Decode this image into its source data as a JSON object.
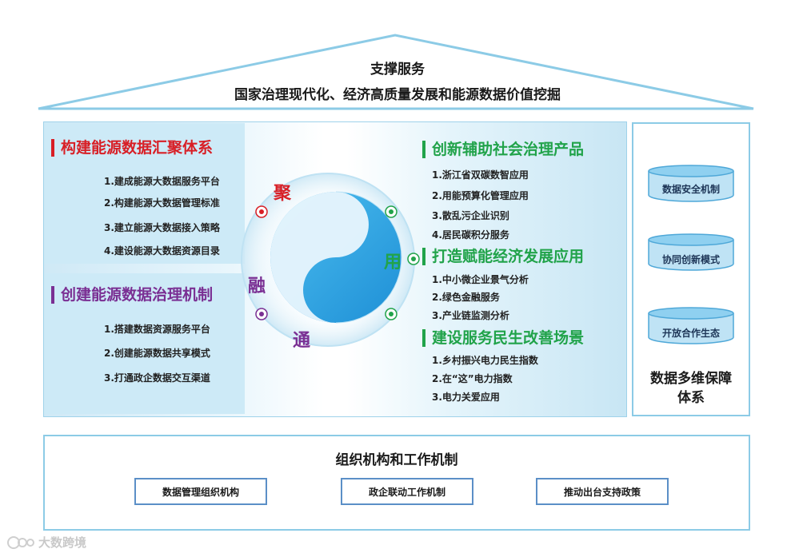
{
  "roof": {
    "title": "支撑服务",
    "subtitle": "国家治理现代化、经济高质量发展和能源数据价值挖掘"
  },
  "left": {
    "top": {
      "title": "构建能源数据汇聚体系",
      "items": [
        "1.建成能源大数据服务平台",
        "2.构建能源大数据管理标准",
        "3.建立能源大数据接入策略",
        "4.建设能源大数据资源目录"
      ]
    },
    "bottom": {
      "title": "创建能源数据治理机制",
      "items": [
        "1.搭建数据资源服务平台",
        "2.创建能源数据共享模式",
        "3.打通政企数据交互渠道"
      ]
    }
  },
  "center": {
    "ju": "聚",
    "rong": "融",
    "tong": "通",
    "yong": "用"
  },
  "middle": {
    "sec1": {
      "title": "创新辅助社会治理产品",
      "items": [
        "1.浙江省双碳数智应用",
        "2.用能预算化管理应用",
        "3.散乱污企业识别",
        "4.居民碳积分服务"
      ]
    },
    "sec2": {
      "title": "打造赋能经济发展应用",
      "items": [
        "1.中小微企业景气分析",
        "2.绿色金融服务",
        "3.产业链监测分析"
      ]
    },
    "sec3": {
      "title": "建设服务民生改善场景",
      "items": [
        "1.乡村振兴电力民生指数",
        "2.在“这”电力指数",
        "3.电力关爱应用"
      ]
    }
  },
  "right": {
    "cylinders": [
      "数据安全机制",
      "协同创新模式",
      "开放合作生态"
    ],
    "title_line1": "数据多维保障",
    "title_line2": "体系"
  },
  "bottom": {
    "title": "组织机构和工作机制",
    "boxes": [
      "数据管理组织机构",
      "政企联动工作机制",
      "推动出台支持政策"
    ]
  },
  "watermark": "大数跨境",
  "colors": {
    "red": "#d81f26",
    "purple": "#7a2f93",
    "green": "#21a34a",
    "frame": "#8ccbe6"
  }
}
